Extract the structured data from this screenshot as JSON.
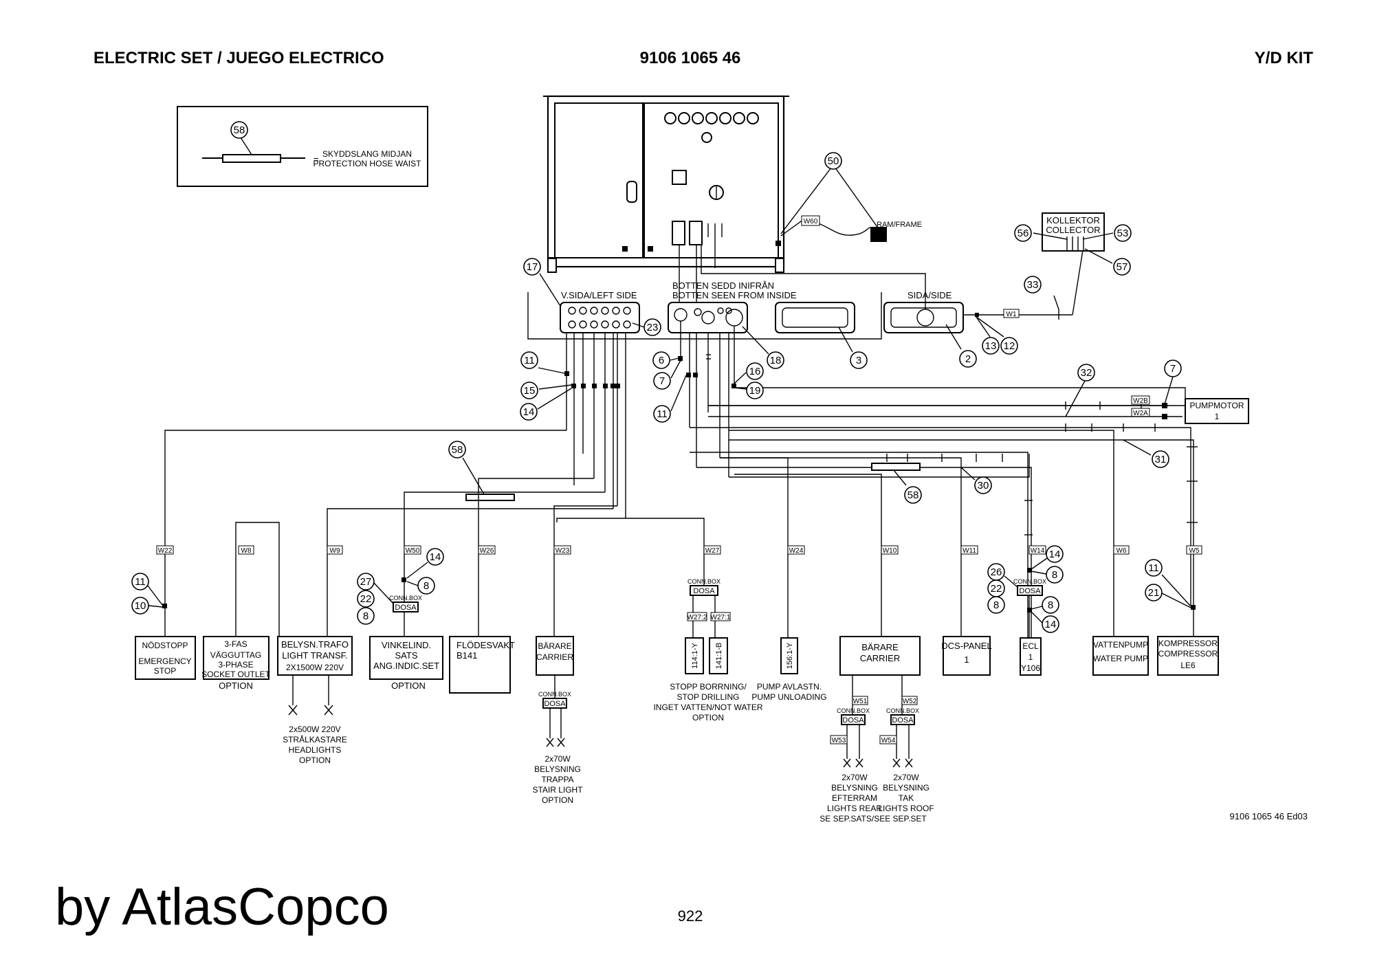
{
  "header": {
    "left": "ELECTRIC SET / JUEGO ELECTRICO",
    "center": "9106 1065 46",
    "right": "Y/D KIT"
  },
  "legend": {
    "number": "58",
    "eq": "=",
    "line1": "SKYDDSLANG MIDJAN",
    "line2": "PROTECTION HOSE WAIST"
  },
  "frame_label": "RAM/FRAME",
  "collector": {
    "line1": "KOLLEKTOR",
    "line2": "COLLECTOR"
  },
  "plates": {
    "left_side": "V.SIDA/LEFT SIDE",
    "bottom1": "BOTTEN SEDD INIFRÅN",
    "bottom2": "BOTTEN SEEN FROM INSIDE",
    "side": "SIDA/SIDE"
  },
  "pumpmotor": {
    "name": "PUMPMOTOR",
    "num": "1"
  },
  "bubbles": {
    "b58": "58",
    "b50": "50",
    "b56": "56",
    "b53": "53",
    "b57": "57",
    "b17": "17",
    "b23": "23",
    "b33": "33",
    "b13": "13",
    "b12": "12",
    "b2": "2",
    "b3": "3",
    "b18": "18",
    "b6": "6",
    "b7a": "7",
    "b11a": "11",
    "b15": "15",
    "b14a": "14",
    "b11b": "11",
    "b16": "16",
    "b19": "19",
    "b32": "32",
    "b7b": "7",
    "b31": "31",
    "b58b": "58",
    "b58c": "58",
    "b30": "30",
    "b14b": "14",
    "b27": "27",
    "b8a": "8",
    "b22a": "22",
    "b8b": "8",
    "b11c": "11",
    "b10": "10",
    "b14c": "14",
    "b26": "26",
    "b8c": "8",
    "b22b": "22",
    "b8d": "8",
    "b8e": "8",
    "b14d": "14",
    "b11d": "11",
    "b21": "21"
  },
  "wires": {
    "w60": "W60",
    "w1": "W1",
    "w2b": "W2B",
    "w2a": "W2A",
    "w22": "W22",
    "w8": "W8",
    "w9": "W9",
    "w50": "W50",
    "w26": "W26",
    "w23": "W23",
    "w27": "W27",
    "w24": "W24",
    "w10": "W10",
    "w11": "W11",
    "w14": "W14",
    "w6": "W6",
    "w5": "W5",
    "w27_2": "W27:2",
    "w27_1": "W27:1",
    "w51": "W51",
    "w52": "W52",
    "w53": "W53",
    "w54": "W54"
  },
  "connbox": {
    "top": "CONN.BOX",
    "name": "DOSA"
  },
  "components": {
    "nodstopp": {
      "l1": "NÖDSTOPP",
      "l2": "EMERGENCY",
      "l3": "STOP"
    },
    "fas3": {
      "l1": "3-FAS",
      "l2": "VÄGGUTTAG",
      "l3": "3-PHASE",
      "l4": "SOCKET OUTLET",
      "note": "OPTION"
    },
    "trafo": {
      "l1": "BELYSN.TRAFO",
      "l2": "LIGHT TRANSF.",
      "l3": "2X1500W 220V"
    },
    "headlights": {
      "l1": "2x500W 220V",
      "l2": "STRÅLKASTARE",
      "l3": "HEADLIGHTS",
      "l4": "OPTION"
    },
    "vinkel": {
      "l1": "VINKELIND.",
      "l2": "SATS",
      "l3": "ANG.INDIC.SET",
      "note": "OPTION"
    },
    "flodesvakt": {
      "l1": "FLÖDESVAKT",
      "l2": "B141"
    },
    "bararea": {
      "l1": "BÄRARE",
      "l2": "CARRIER"
    },
    "stairlight": {
      "l1": "2x70W",
      "l2": "BELYSNING",
      "l3": "TRAPPA",
      "l4": "STAIR LIGHT",
      "l5": "OPTION"
    },
    "v114": "114:1-Y",
    "v141": "141:1-B",
    "stopp": {
      "l1": "STOPP BORRNING/",
      "l2": "STOP DRILLING",
      "l3": "INGET VATTEN/NOT WATER",
      "l4": "OPTION"
    },
    "v156": "156:1-Y",
    "pump": {
      "l1": "PUMP AVLASTN.",
      "l2": "PUMP UNLOADING"
    },
    "barareb": {
      "l1": "BÄRARE",
      "l2": "CARRIER"
    },
    "rear": {
      "l1": "2x70W",
      "l2": "BELYSNING",
      "l3": "EFTERRAM",
      "l4": "LIGHTS REAR",
      "l5": "SE SEP.SATS/SEE SEP.SET"
    },
    "roof": {
      "l1": "2x70W",
      "l2": "BELYSNING",
      "l3": "TAK",
      "l4": "LIGHTS ROOF"
    },
    "dcs": {
      "l1": "DCS-PANEL",
      "l2": "1"
    },
    "ecl": {
      "l1": "ECL",
      "l2": "1",
      "l3": "Y106"
    },
    "vattenpump": {
      "l1": "VATTENPUMP",
      "l2": "WATER PUMP"
    },
    "kompressor": {
      "l1": "KOMPRESSOR",
      "l2": "COMPRESSOR",
      "l3": "LE6"
    }
  },
  "doc_ref": "9106 1065 46 Ed03",
  "footer": {
    "brand": "by AtlasCopco",
    "page": "922"
  }
}
